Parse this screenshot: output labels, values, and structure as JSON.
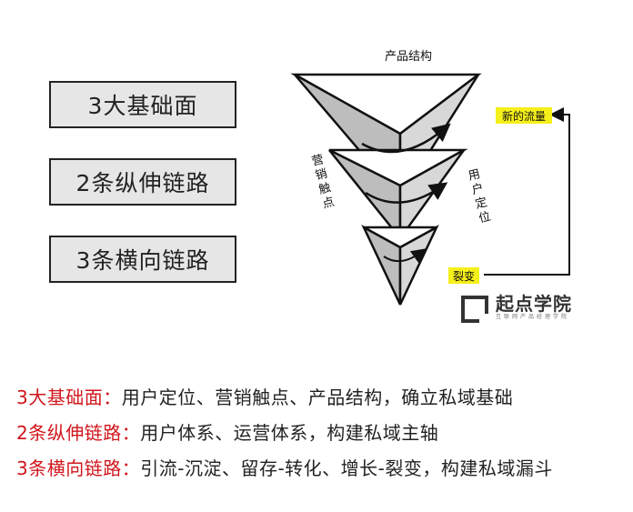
{
  "boxes": {
    "base": "3大基础面",
    "vertical": "2条纵伸链路",
    "horizontal": "3条横向链路"
  },
  "diagram": {
    "top_label": "产品结构",
    "left_label": [
      "营",
      "销",
      "触",
      "点"
    ],
    "right_label": [
      "用",
      "户",
      "定",
      "位"
    ],
    "new_traffic": "新的流量",
    "fission": "裂变",
    "highlight_color": "#f5ef1a"
  },
  "logo": {
    "title": "起点学院",
    "subtitle": "互联网产品经理学院"
  },
  "legend": [
    {
      "key": "3大基础面：",
      "value": "用户定位、营销触点、产品结构，确立私域基础"
    },
    {
      "key": "2条纵伸链路：",
      "value": "用户体系、运营体系，构建私域主轴"
    },
    {
      "key": "3条横向链路：",
      "value": "引流-沉淀、留存-转化、增长-裂变，构建私域漏斗"
    }
  ],
  "colors": {
    "key_red": "#d0161c",
    "text": "#222222"
  }
}
